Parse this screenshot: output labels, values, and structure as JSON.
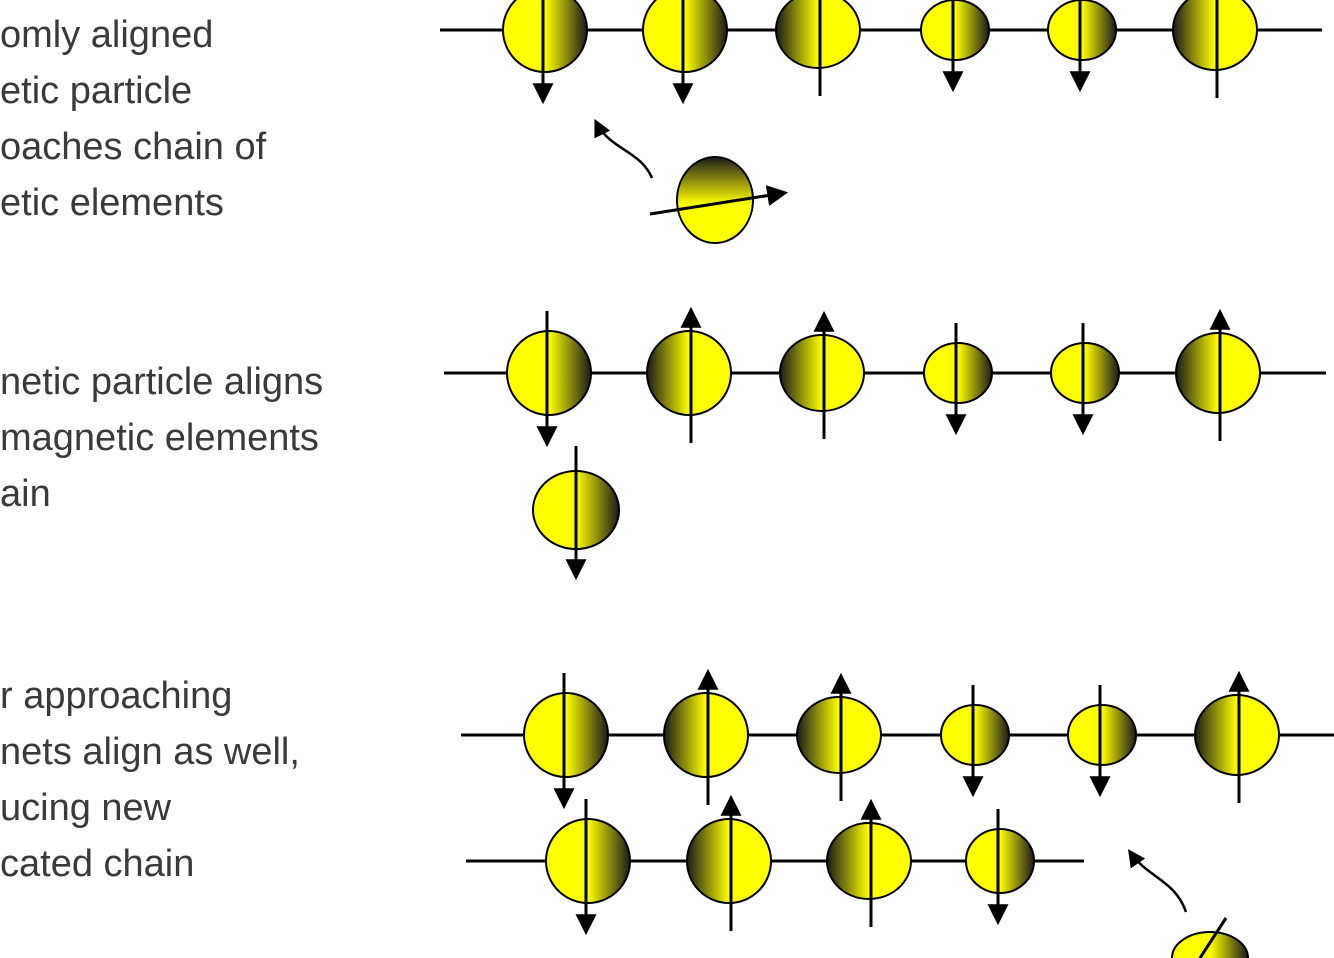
{
  "captions": [
    {
      "lines": [
        "omly aligned",
        "etic particle",
        "oaches chain of",
        "etic elements"
      ]
    },
    {
      "lines": [
        "netic particle aligns",
        "magnetic elements",
        "ain"
      ]
    },
    {
      "lines": [
        "r approaching",
        "nets align as well,",
        "ucing new",
        "cated chain"
      ]
    }
  ],
  "colors": {
    "particle_fill": "#ffff00",
    "particle_shade": "#1a1a1a",
    "line": "#000000",
    "text": "#3a3a3a"
  },
  "panels": [
    {
      "name": "panel-1-chain",
      "particles": [
        "down",
        "down",
        "up",
        "down",
        "down",
        "up"
      ]
    },
    {
      "name": "panel-2-chain",
      "particles": [
        "down",
        "up",
        "up",
        "down",
        "down",
        "up"
      ]
    },
    {
      "name": "panel-3-chain",
      "particles": [
        "down",
        "up",
        "up",
        "down",
        "down",
        "up"
      ]
    },
    {
      "name": "panel-3-new-chain",
      "particles": [
        "down",
        "up",
        "up",
        "down"
      ]
    }
  ]
}
